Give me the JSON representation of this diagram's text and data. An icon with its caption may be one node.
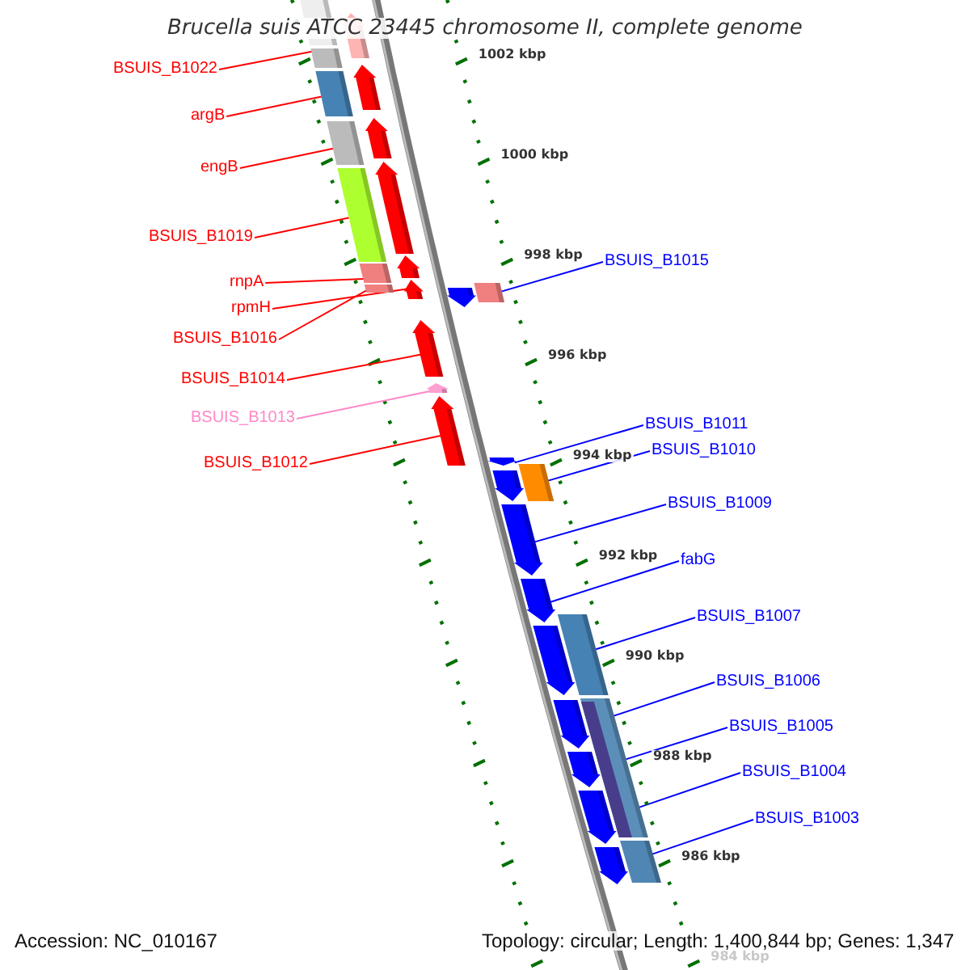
{
  "diagram": {
    "title": "Brucella suis ATCC 23445 chromosome II, complete genome",
    "nodes": [
      {
        "text": [
          "BSUIS_B1022"
        ]
      },
      {
        "text": [
          "argB"
        ]
      },
      {
        "text": [
          "engB"
        ]
      },
      {
        "text": [
          "BSUIS_B1019"
        ]
      },
      {
        "text": [
          "rnpA"
        ]
      },
      {
        "text": [
          "rpmH"
        ]
      },
      {
        "text": [
          "BSUIS_B1016"
        ]
      },
      {
        "text": [
          "BSUIS_B1014"
        ]
      },
      {
        "text": [
          "BSUIS_B1013"
        ]
      },
      {
        "text": [
          "BSUIS_B1012"
        ]
      },
      {
        "text": [
          "BSUIS_B1015"
        ]
      },
      {
        "text": [
          "BSUIS_B1011"
        ]
      },
      {
        "text": [
          "BSUIS_B1010"
        ]
      },
      {
        "text": [
          "BSUIS_B1009"
        ]
      },
      {
        "text": [
          "fabG"
        ]
      },
      {
        "text": [
          "BSUIS_B1007"
        ]
      },
      {
        "text": [
          "BSUIS_B1006"
        ]
      },
      {
        "text": [
          "BSUIS_B1005"
        ]
      },
      {
        "text": [
          "BSUIS_B1004"
        ]
      },
      {
        "text": [
          "BSUIS_B1003"
        ]
      },
      {
        "text": [],
        "shape": "box"
      },
      {
        "text": [],
        "shape": "pentagon"
      },
      {
        "text": [],
        "shape": "box"
      },
      {
        "text": [],
        "shape": "pentagon"
      },
      {
        "text": [],
        "shape": "box"
      },
      {
        "text": [],
        "shape": "pentagon"
      },
      {
        "text": [],
        "shape": "box"
      },
      {
        "text": [],
        "shape": "pentagon"
      },
      {
        "text": [],
        "shape": "box"
      },
      {
        "text": [],
        "shape": "pentagon"
      },
      {
        "text": [],
        "shape": "box"
      },
      {
        "text": [],
        "shape": "pentagon"
      },
      {
        "text": [],
        "shape": "box"
      },
      {
        "text": [],
        "shape": "box"
      },
      {
        "text": [],
        "shape": "pentagon"
      },
      {
        "text": [],
        "shape": "pentagon"
      },
      {
        "text": [],
        "shape": "pentagon"
      },
      {
        "text": [],
        "shape": "pentagon"
      },
      {
        "text": [],
        "shape": "pentagon"
      },
      {
        "text": [],
        "shape": "box"
      },
      {
        "text": [],
        "shape": "pentagon"
      },
      {
        "text": [],
        "shape": "pentagon"
      },
      {
        "text": [],
        "shape": "pentagon"
      },
      {
        "text": [],
        "shape": "box"
      },
      {
        "text": [],
        "shape": "pentagon"
      },
      {
        "text": [],
        "shape": "box"
      },
      {
        "text": [],
        "shape": "pentagon"
      },
      {
        "text": [],
        "shape": "pentagon"
      },
      {
        "text": [],
        "shape": "pentagon"
      },
      {
        "text": [],
        "shape": "box"
      },
      {
        "text": [],
        "shape": "pentagon"
      }
    ],
    "edges": [
      {
        "from": 0,
        "to": 22,
        "arrow": "none",
        "color": "#ff0000"
      },
      {
        "from": 1,
        "to": 24,
        "arrow": "none",
        "color": "#ff0000"
      },
      {
        "from": 2,
        "to": 26,
        "arrow": "none",
        "color": "#ff0000"
      },
      {
        "from": 3,
        "to": 28,
        "arrow": "none",
        "color": "#ff0000"
      },
      {
        "from": 4,
        "to": 30,
        "arrow": "none",
        "color": "#ff0000"
      },
      {
        "from": 5,
        "to": 31,
        "arrow": "none",
        "color": "#ff0000"
      },
      {
        "from": 6,
        "to": 33,
        "arrow": "none",
        "color": "#ff0000"
      },
      {
        "from": 7,
        "to": 35,
        "arrow": "none",
        "color": "#ff0000"
      },
      {
        "from": 8,
        "to": 36,
        "arrow": "none",
        "color": "#ff88c8"
      },
      {
        "from": 9,
        "to": 37,
        "arrow": "none",
        "color": "#ff0000"
      },
      {
        "from": 10,
        "to": 32,
        "arrow": "none"
      },
      {
        "from": 11,
        "to": 38,
        "arrow": "none"
      },
      {
        "from": 12,
        "to": 39,
        "arrow": "none"
      },
      {
        "from": 13,
        "to": 41,
        "arrow": "none"
      },
      {
        "from": 14,
        "to": 42,
        "arrow": "none"
      },
      {
        "from": 15,
        "to": 43,
        "arrow": "none"
      },
      {
        "from": 16,
        "to": 45,
        "arrow": "none"
      },
      {
        "from": 17,
        "to": 45,
        "arrow": "none"
      },
      {
        "from": 18,
        "to": 45,
        "arrow": "none"
      },
      {
        "from": 19,
        "to": 49,
        "arrow": "none"
      }
    ],
    "labels": [
      "1002 kbp",
      "1000 kbp",
      "998 kbp",
      "996 kbp",
      "994 kbp",
      "992 kbp",
      "990 kbp",
      "988 kbp",
      "986 kbp",
      "984 kbp",
      "Accession: NC_010167",
      "Topology: circular; Length: 1,400,844 bp; Genes: 1,347"
    ]
  }
}
